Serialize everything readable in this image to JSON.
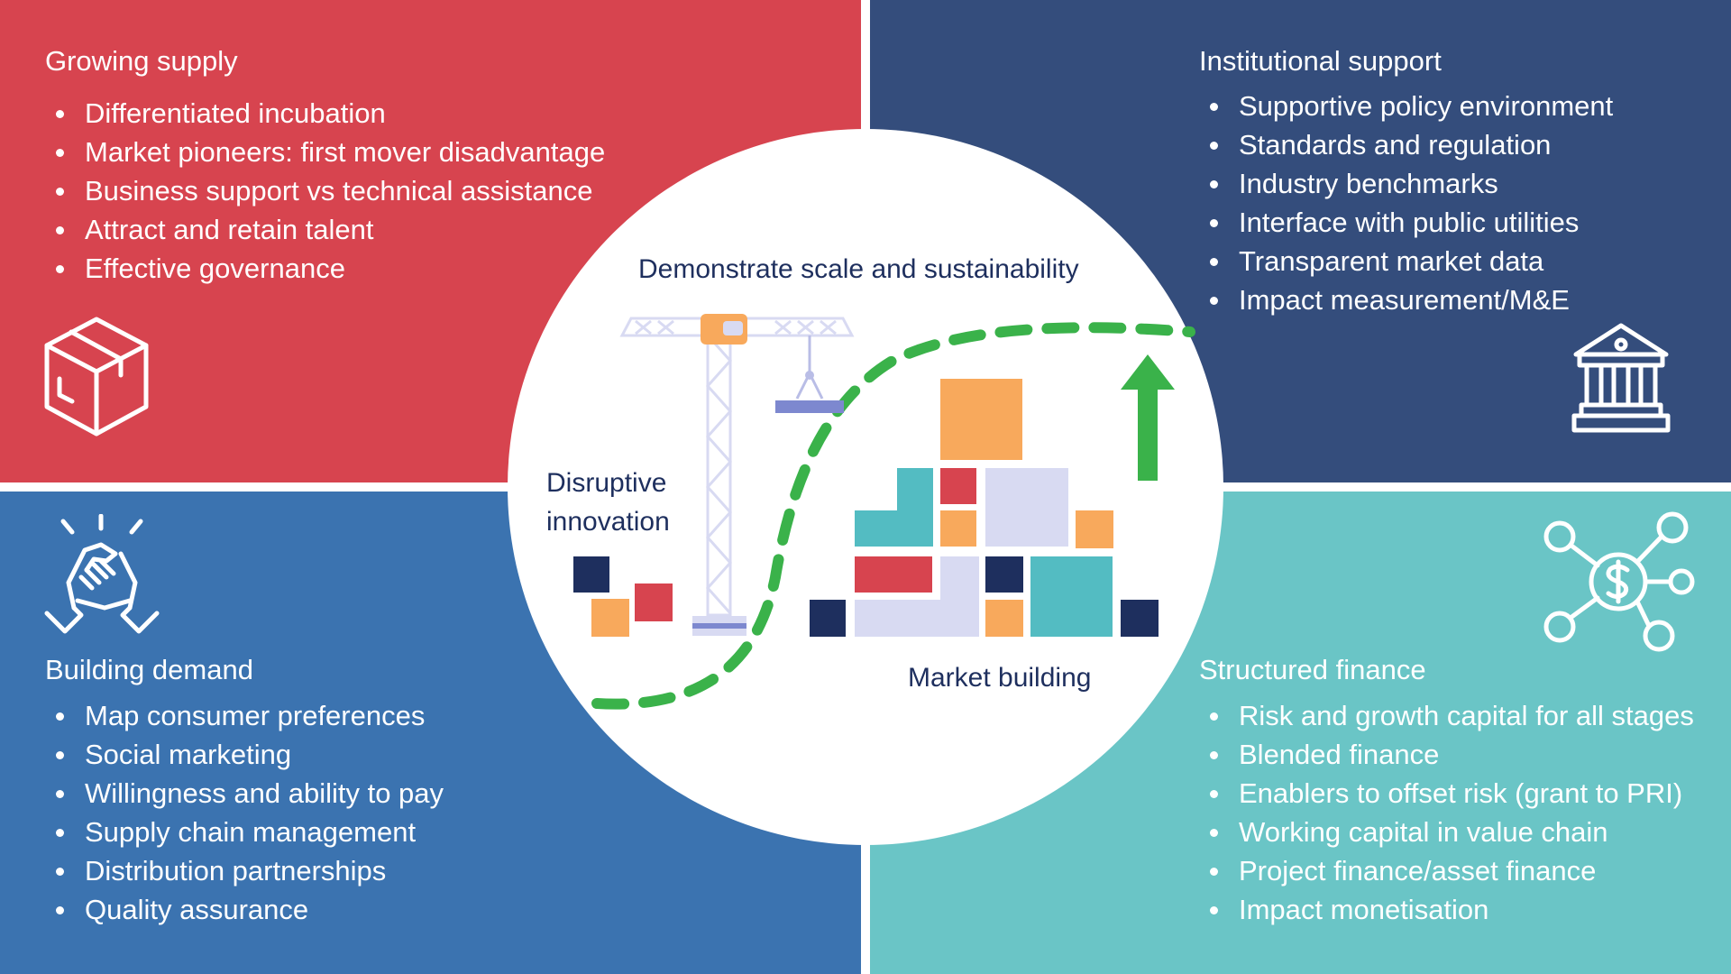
{
  "quadrants": {
    "growing_supply": {
      "title": "Growing supply",
      "color": "#d7444f",
      "icon": "box-icon",
      "items": [
        "Differentiated incubation",
        "Market pioneers: first mover disadvantage",
        "Business support vs technical assistance",
        "Attract and retain talent",
        "Effective governance"
      ]
    },
    "institutional_support": {
      "title": "Institutional support",
      "color": "#344d7c",
      "icon": "bank-building-icon",
      "items": [
        "Supportive policy environment",
        "Standards and regulation",
        "Industry benchmarks",
        "Interface with public utilities",
        "Transparent market data",
        "Impact measurement/M&E"
      ]
    },
    "building_demand": {
      "title": "Building demand",
      "color": "#3b73b0",
      "icon": "handshake-icon",
      "items": [
        "Map consumer preferences",
        "Social marketing",
        "Willingness and ability to pay",
        "Supply chain management",
        "Distribution partnerships",
        "Quality assurance"
      ]
    },
    "structured_finance": {
      "title": "Structured finance",
      "color": "#6ac5c6",
      "icon": "dollar-network-icon",
      "items": [
        "Risk and growth capital for all stages",
        "Blended finance",
        "Enablers to offset risk (grant to PRI)",
        "Working capital in value chain",
        "Project finance/asset finance",
        "Impact monetisation"
      ]
    }
  },
  "center": {
    "top_label": "Demonstrate scale and sustainability",
    "left_label": "Disruptive innovation",
    "bottom_label": "Market building",
    "icons": [
      "crane-icon",
      "blocks-icon",
      "up-arrow-icon",
      "dashed-s-curve"
    ],
    "colors": {
      "navy": "#1e2f5e",
      "red": "#d7444f",
      "orange": "#f8a95c",
      "teal": "#53bcc2",
      "lavender": "#d8daf2",
      "green": "#3ab24a",
      "crane_light": "#d8daf2"
    }
  }
}
